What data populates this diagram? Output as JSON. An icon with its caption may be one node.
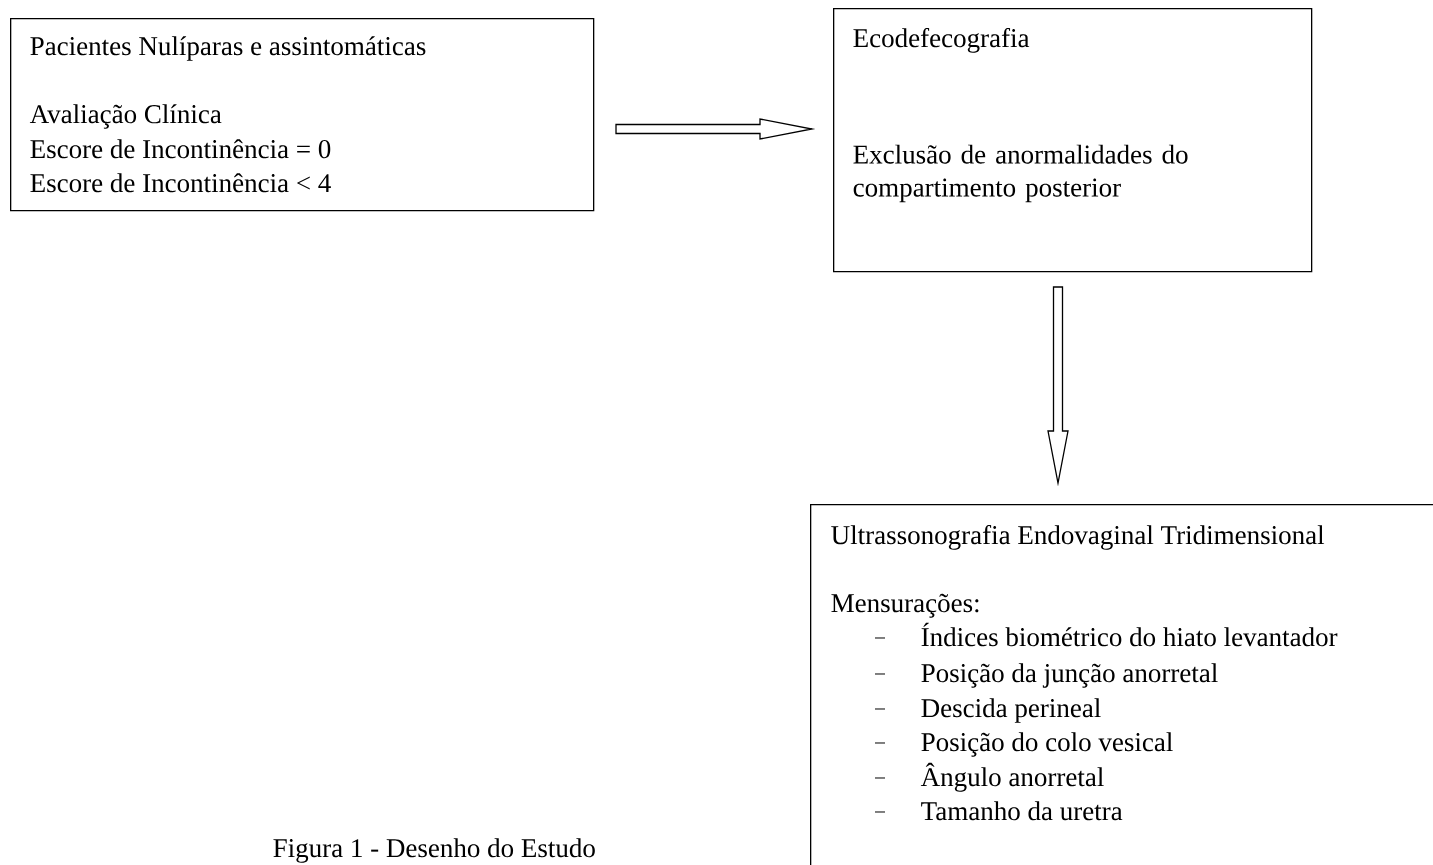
{
  "diagram": {
    "caption": "Figura 1 - Desenho do Estudo",
    "nodes": [
      {
        "text": [
          "Pacientes Nulíparas e assintomáticas",
          "Avaliação Clínica",
          "Escore de Incontinência = 0",
          "Escore de Incontinência < 4"
        ]
      },
      {
        "text": [
          "Ecodefecografia",
          "Exclusão de anormalidades do compartimento posterior"
        ]
      },
      {
        "text": [
          "Ultrassonografia Endovaginal Tridimensional",
          "Mensurações:",
          "Índices biométrico do hiato levantador",
          "Posição da junção anorretal",
          "Descida perineal",
          "Posição do colo vesical",
          "Ângulo anorretal",
          "Tamanho da uretra"
        ]
      }
    ],
    "edges": [
      {
        "from": 0,
        "to": 1,
        "arrow": "to"
      },
      {
        "from": 1,
        "to": 2,
        "arrow": "to"
      }
    ]
  }
}
